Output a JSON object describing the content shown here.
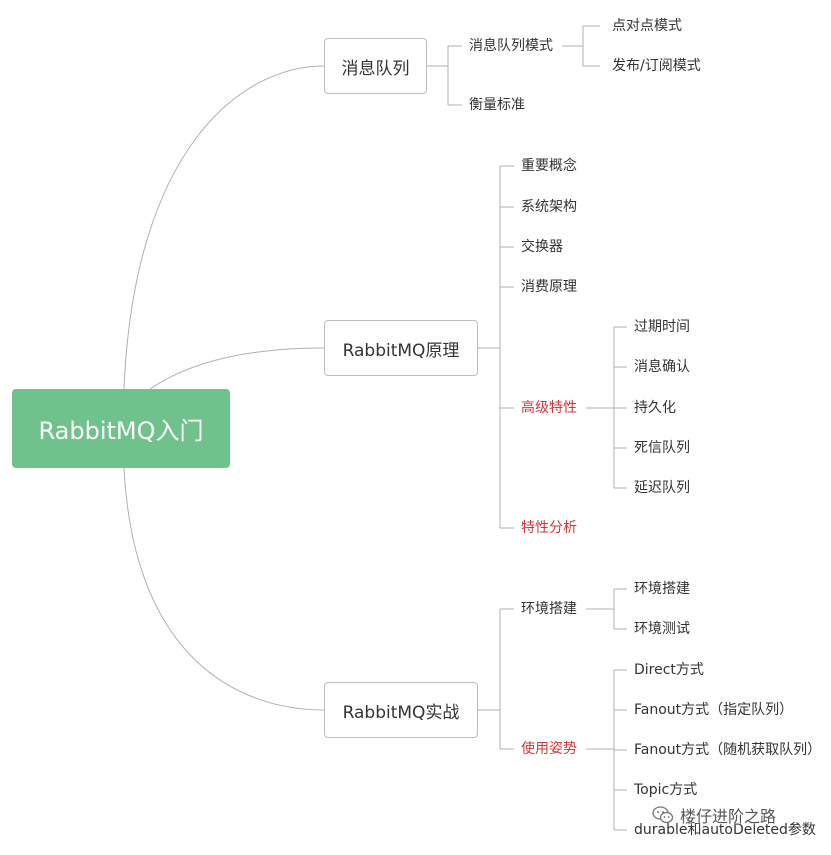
{
  "root": {
    "label": "RabbitMQ入门"
  },
  "branches": {
    "queue": {
      "label": "消息队列",
      "children": {
        "modes": {
          "label": "消息队列模式",
          "children": [
            "点对点模式",
            "发布/订阅模式"
          ]
        },
        "metrics": {
          "label": "衡量标准"
        }
      }
    },
    "principle": {
      "label": "RabbitMQ原理",
      "children": {
        "concept": "重要概念",
        "arch": "系统架构",
        "exchange": "交换器",
        "consume": "消费原理",
        "advanced": {
          "label": "高级特性",
          "children": [
            "过期时间",
            "消息确认",
            "持久化",
            "死信队列",
            "延迟队列"
          ]
        },
        "analysis": "特性分析"
      }
    },
    "practice": {
      "label": "RabbitMQ实战",
      "children": {
        "env": {
          "label": "环境搭建",
          "children": [
            "环境搭建",
            "环境测试"
          ]
        },
        "usage": {
          "label": "使用姿势",
          "children": [
            "Direct方式",
            "Fanout方式（指定队列）",
            "Fanout方式（随机获取队列）",
            "Topic方式",
            "durable和autoDeleted参数"
          ]
        }
      }
    }
  },
  "watermark": {
    "text": "楼仔进阶之路",
    "icon": "wechat-icon"
  },
  "colors": {
    "root_fill": "#6fc28b",
    "highlight_text": "#d0383a",
    "connector": "#b0b0b0"
  }
}
